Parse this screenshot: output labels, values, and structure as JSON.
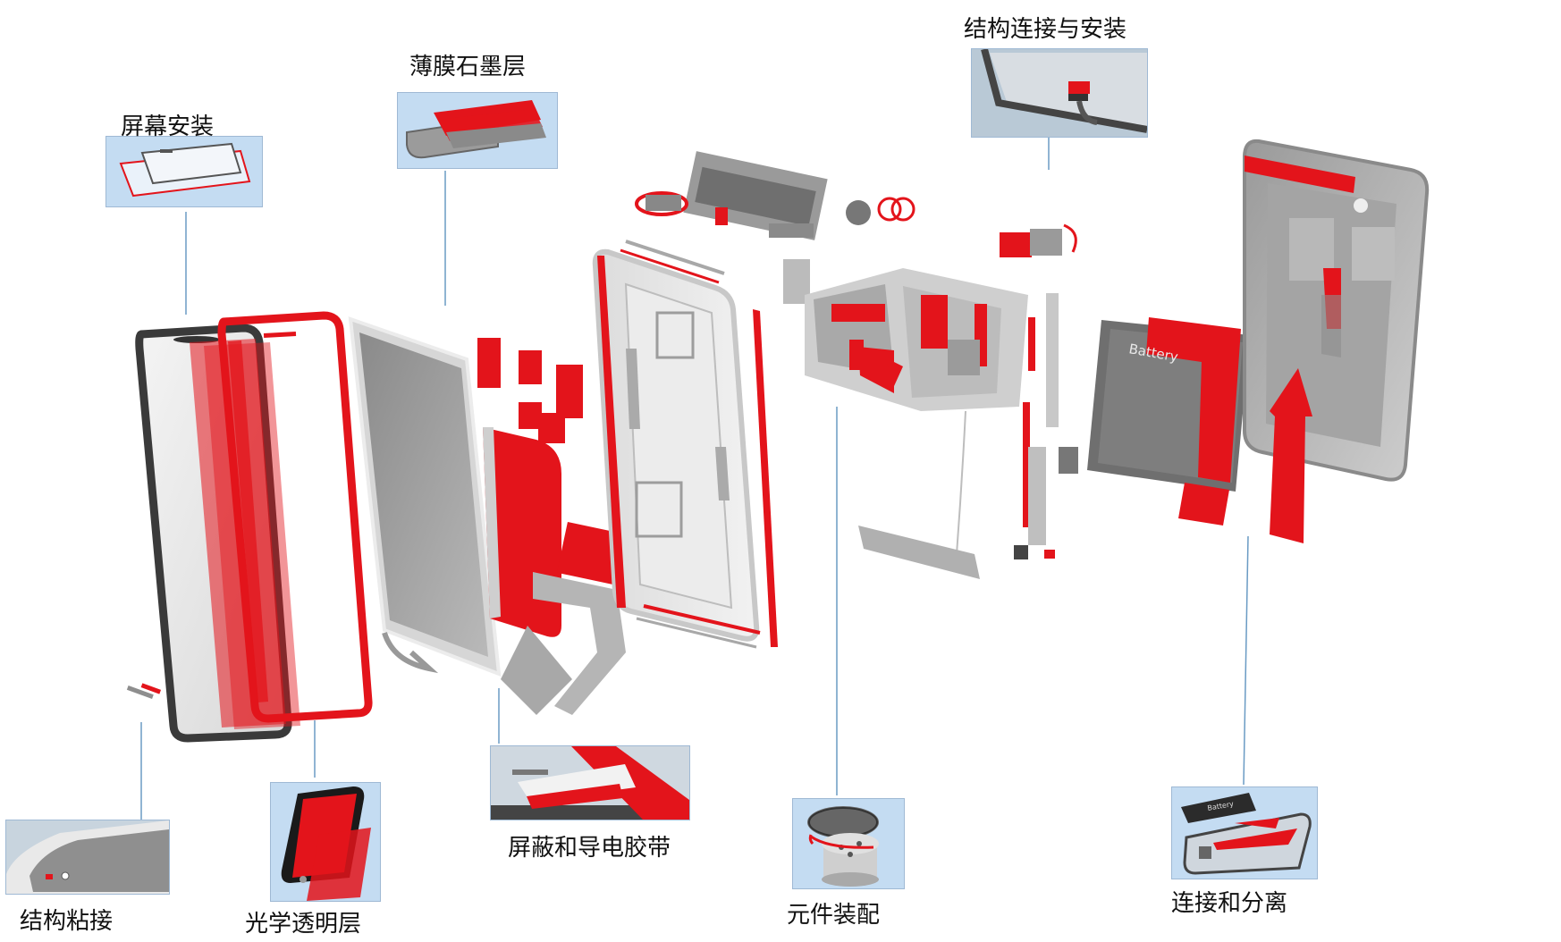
{
  "callouts": {
    "screen_install": "屏幕安装",
    "graphite_film": "薄膜石墨层",
    "structure_connect_install": "结构连接与安装",
    "structural_bonding": "结构粘接",
    "optically_clear_layer": "光学透明层",
    "shielding_conductive_tape": "屏蔽和导电胶带",
    "component_assembly": "元件装配",
    "connect_and_separate": "连接和分离"
  },
  "battery": {
    "label": "Battery"
  },
  "colors": {
    "accent_red": "#e3141b",
    "thumb_bg": "#c4dcf2",
    "leader_line": "#6a9bc4",
    "part_gray": "#8e8e8e"
  }
}
